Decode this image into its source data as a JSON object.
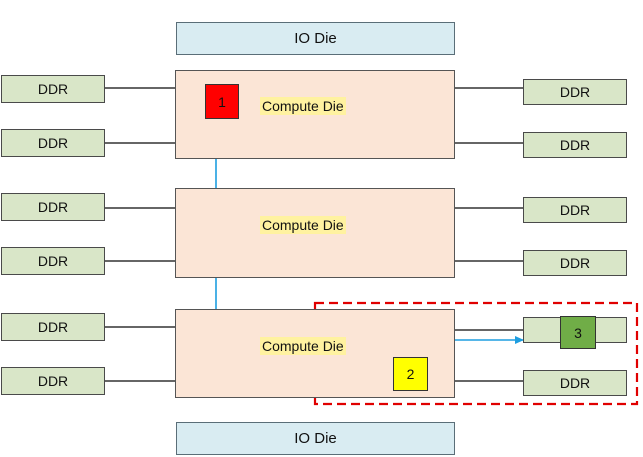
{
  "io_die_label": "IO Die",
  "compute_die_label": "Compute Die",
  "ddr_label": "DDR",
  "markers": [
    {
      "text": "1",
      "color": "#ff0000"
    },
    {
      "text": "2",
      "color": "#ffff00"
    },
    {
      "text": "3",
      "color": "#70ad47"
    }
  ],
  "colors": {
    "compute_fill": "#fbe5d6",
    "label_highlight": "#fff2a0",
    "arrow": "#1e9ee0",
    "dashed_region": "#e00000"
  }
}
